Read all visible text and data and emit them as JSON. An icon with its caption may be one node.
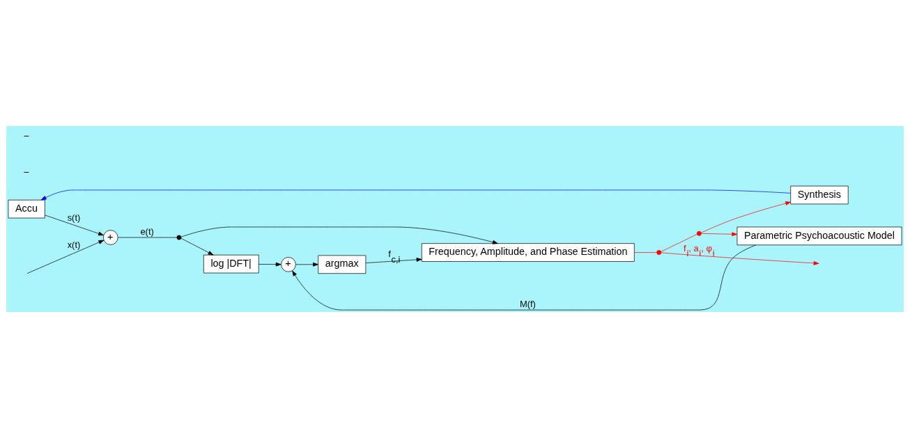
{
  "diagram": {
    "nodes": [
      {
        "text": [
          "Accu"
        ]
      },
      {
        "text": [
          "Synthesis"
        ]
      },
      {
        "text": [
          "Parametric Psychoacoustic Model"
        ]
      },
      {
        "text": [
          "log |DFT|"
        ]
      },
      {
        "text": [
          "argmax"
        ]
      },
      {
        "text": [
          "Frequency, Amplitude, and Phase Estimation"
        ]
      },
      {
        "text": [
          "+"
        ]
      },
      {
        "text": [
          "+"
        ]
      },
      {
        "text": [],
        "shape": "dot"
      },
      {
        "text": [],
        "shape": "dot"
      },
      {
        "text": [],
        "shape": "dot"
      }
    ],
    "edges": [
      {
        "from": null,
        "to": 6,
        "arrow": "to",
        "label": "x(t)"
      },
      {
        "from": 6,
        "to": 8,
        "arrow": "none",
        "label": "e(t)"
      },
      {
        "from": 8,
        "to": 3,
        "arrow": "to"
      },
      {
        "from": 8,
        "to": 5,
        "arrow": "to"
      },
      {
        "from": 3,
        "to": 7,
        "arrow": "to"
      },
      {
        "from": 7,
        "to": 4,
        "arrow": "to"
      },
      {
        "from": 4,
        "to": 5,
        "arrow": "to",
        "label": "f$_{c,i}$"
      },
      {
        "from": 2,
        "to": 7,
        "arrow": "to",
        "label": "M(f)"
      },
      {
        "from": 5,
        "to": 10,
        "arrow": "none",
        "color": "#ff0000"
      },
      {
        "from": 10,
        "to": null,
        "arrow": "to",
        "color": "#ff0000",
        "label": "f$_{i}$, a$_{i}$, φ$_{i}$"
      },
      {
        "from": 10,
        "to": 9,
        "arrow": "none",
        "color": "#ff0000"
      },
      {
        "from": 9,
        "to": 2,
        "arrow": "to",
        "color": "#ff0000"
      },
      {
        "from": 9,
        "to": 1,
        "arrow": "to",
        "color": "#ff0000"
      },
      {
        "from": 1,
        "to": 0,
        "arrow": "to",
        "color": "#0000ff"
      },
      {
        "from": 0,
        "to": 6,
        "arrow": "to",
        "label": "s(t)"
      }
    ],
    "labels": [
      "−",
      "−"
    ]
  }
}
